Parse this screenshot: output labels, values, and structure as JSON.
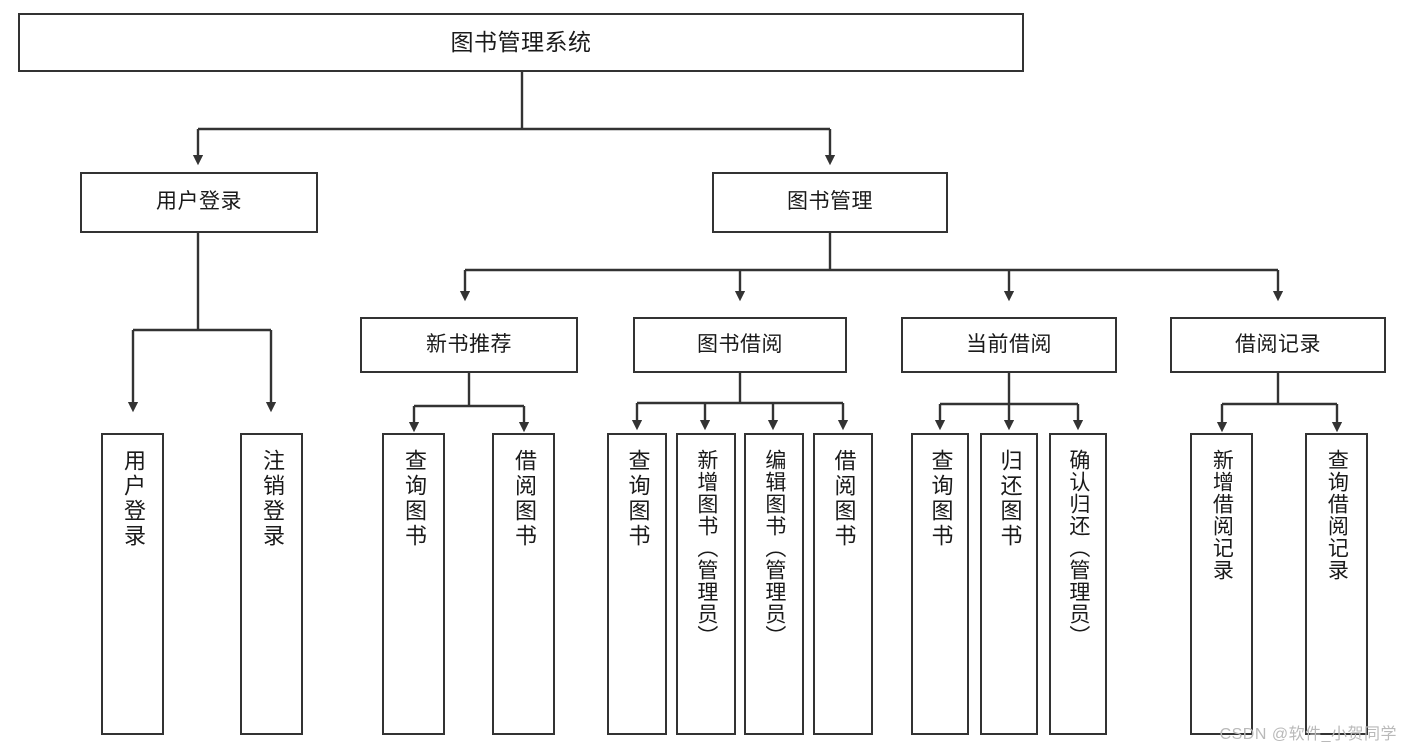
{
  "diagram": {
    "title": "图书管理系统",
    "type": "tree-hierarchy-diagram",
    "colors": {
      "background": "#ffffff",
      "box_border": "#333333",
      "box_fill": "#ffffff",
      "connector": "#333333",
      "text": "#1a1a1a",
      "watermark": "#b9b9b9"
    },
    "root": {
      "id": "root",
      "label": "图书管理系统"
    },
    "level1": [
      {
        "id": "l1-0",
        "label": "用户登录"
      },
      {
        "id": "l1-1",
        "label": "图书管理"
      }
    ],
    "level2": [
      {
        "id": "l2-0",
        "label": "新书推荐",
        "parent": "l1-1"
      },
      {
        "id": "l2-1",
        "label": "图书借阅",
        "parent": "l1-1"
      },
      {
        "id": "l2-2",
        "label": "当前借阅",
        "parent": "l1-1"
      },
      {
        "id": "l2-3",
        "label": "借阅记录",
        "parent": "l1-1"
      }
    ],
    "leaves": {
      "user_login": [
        {
          "id": "lf-0",
          "label": "用户登录"
        },
        {
          "id": "lf-1",
          "label": "注销登录"
        }
      ],
      "new_book": [
        {
          "id": "lf-2",
          "label": "查询图书"
        },
        {
          "id": "lf-3",
          "label": "借阅图书"
        }
      ],
      "book_borrow": [
        {
          "id": "lf-4",
          "label": "查询图书"
        },
        {
          "id": "lf-5",
          "label": "新增图书（管理员）"
        },
        {
          "id": "lf-6",
          "label": "编辑图书（管理员）"
        },
        {
          "id": "lf-7",
          "label": "借阅图书"
        }
      ],
      "current_borrow": [
        {
          "id": "lf-8",
          "label": "查询图书"
        },
        {
          "id": "lf-9",
          "label": "归还图书"
        },
        {
          "id": "lf-10",
          "label": "确认归还（管理员）"
        }
      ],
      "borrow_record": [
        {
          "id": "lf-11",
          "label": "新增借阅记录"
        },
        {
          "id": "lf-12",
          "label": "查询借阅记录"
        }
      ]
    },
    "watermark": "CSDN @软件_小贺同学"
  }
}
